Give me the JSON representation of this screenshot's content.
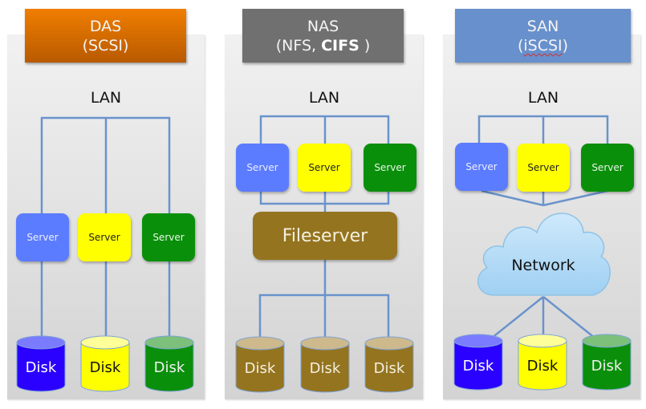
{
  "colors": {
    "das_title": "#d86d00",
    "nas_title": "#6e6e6e",
    "san_title": "#6890cc",
    "line": "#6a93cc",
    "blue": "#5b7cff",
    "yellow": "#ffff00",
    "green": "#0a8f0a",
    "disk_blue": "#2a00ff",
    "fileserver": "#94741f"
  },
  "panels": [
    {
      "title_line1": "DAS",
      "title_line2": "(SCSI)",
      "lan_label": "LAN",
      "servers": [
        "Server",
        "Server",
        "Server"
      ],
      "disks": [
        "Disk",
        "Disk",
        "Disk"
      ]
    },
    {
      "title_line1": "NAS",
      "title_line2_plain": "(NFS, ",
      "title_line2_bold": "CIFS",
      "title_line2_end": " )",
      "lan_label": "LAN",
      "servers": [
        "Server",
        "Server",
        "Server"
      ],
      "fileserver_label": "Fileserver",
      "disks": [
        "Disk",
        "Disk",
        "Disk"
      ]
    },
    {
      "title_line1": "SAN",
      "title_line2_open": "(",
      "title_line2_word": "iSCSI",
      "title_line2_close": ")",
      "lan_label": "LAN",
      "servers": [
        "Server",
        "Server",
        "Server"
      ],
      "network_label": "Network",
      "disks": [
        "Disk",
        "Disk",
        "Disk"
      ]
    }
  ]
}
